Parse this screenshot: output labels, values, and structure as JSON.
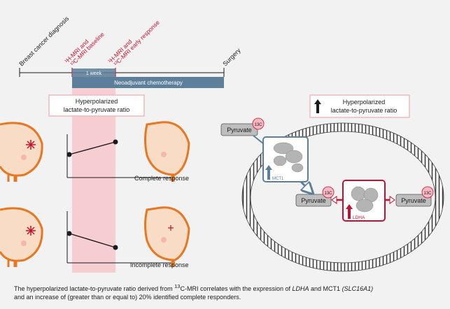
{
  "timeline": {
    "labels": [
      {
        "id": "diagnosis",
        "text": "Breast cancer diagnosis",
        "color": "#1b1b1b"
      },
      {
        "id": "baseline-1",
        "text": "¹H-MRI and",
        "color": "#c8102e"
      },
      {
        "id": "baseline-2",
        "text": "¹³C-MRI baseline",
        "color": "#c8102e"
      },
      {
        "id": "early-1",
        "text": "¹H-MRI and",
        "color": "#c8102e"
      },
      {
        "id": "early-2",
        "text": "¹³C-MRI early response",
        "color": "#c8102e"
      },
      {
        "id": "surgery",
        "text": "Surgery",
        "color": "#1b1b1b"
      }
    ],
    "week_label": "1 week",
    "chemo_label": "Neoadjuvant chemotherapy"
  },
  "left_box": {
    "title_line1": "Hyperpolarized",
    "title_line2": "lactate-to-pyruvate ratio"
  },
  "responses": {
    "complete": "Complete response",
    "incomplete": "Incomplete response",
    "complete_trend": "increase",
    "incomplete_trend": "decrease"
  },
  "right_box": {
    "title_line1": "Hyperpolarized",
    "title_line2": "lactate-to-pyruvate ratio"
  },
  "cell": {
    "pyruvate_outside": "Pyruvate",
    "pyruvate_inside": "Pyruvate",
    "pyruvate_right": "Pyruvate",
    "c13_badge": "13C",
    "mct1_label": "MCT1",
    "ldha_label": "LDHA"
  },
  "caption": {
    "part1": "The hyperpolarized lactate-to-pyruvate ratio derived from ",
    "sup": "13",
    "part2": "C-MRI correlates with the expression of ",
    "gene1": "LDHA",
    "part3": " and MCT1 ",
    "gene2": "(SLC16A1)",
    "line2": "and an increase of (greater than or equal to) 20% identified complete responders."
  },
  "colors": {
    "red": "#c8102e",
    "chemo_bar": "#5c7f9c",
    "pink_band": "#f6cdd1",
    "breast_fill": "#f9dcc5",
    "breast_stroke": "#e87722",
    "membrane": "#444444"
  }
}
